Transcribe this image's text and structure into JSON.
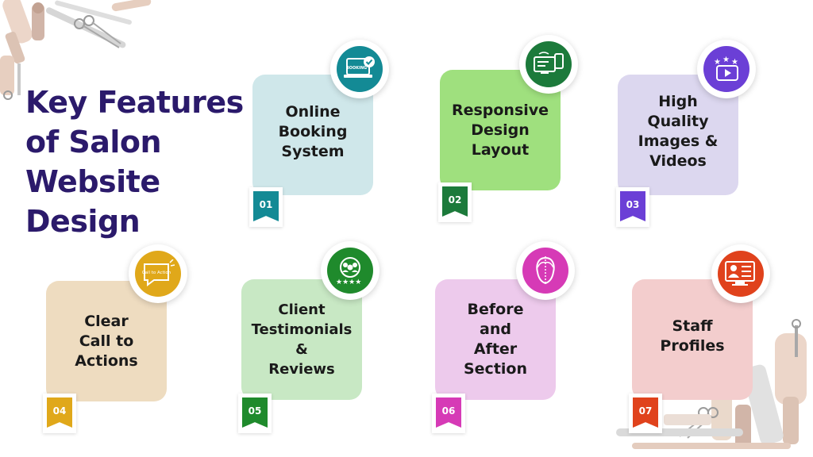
{
  "title_lines": [
    "Key Features",
    "of Salon",
    "Website",
    "Design"
  ],
  "cards": [
    {
      "number": "01",
      "lines": [
        "Online",
        "Booking",
        "System"
      ],
      "card_color": "#cfe7ea",
      "accent": "#138a95",
      "icon": "booking-laptop-icon",
      "icon_text": "BOOKING"
    },
    {
      "number": "02",
      "lines": [
        "Responsive",
        "Design",
        "Layout"
      ],
      "card_color": "#9fe07e",
      "accent": "#1c7a3b",
      "icon": "responsive-devices-icon"
    },
    {
      "number": "03",
      "lines": [
        "High",
        "Quality",
        "Images &",
        "Videos"
      ],
      "card_color": "#dcd7ef",
      "accent": "#6b3fd6",
      "icon": "media-stars-icon"
    },
    {
      "number": "04",
      "lines": [
        "Clear",
        "Call to",
        "Actions"
      ],
      "card_color": "#eedcc0",
      "accent": "#e0a81a",
      "icon": "call-to-action-icon",
      "icon_text": "Call to Action"
    },
    {
      "number": "05",
      "lines": [
        "Client",
        "Testimonials",
        "&",
        "Reviews"
      ],
      "card_color": "#c8e8c4",
      "accent": "#1f8a2c",
      "icon": "testimonials-icon"
    },
    {
      "number": "06",
      "lines": [
        "Before",
        "and",
        "After",
        "Section"
      ],
      "card_color": "#edcaec",
      "accent": "#d63ab6",
      "icon": "face-profile-icon"
    },
    {
      "number": "07",
      "lines": [
        "Staff",
        "Profiles"
      ],
      "card_color": "#f3cdcd",
      "accent": "#e0421c",
      "icon": "staff-profile-icon"
    }
  ]
}
